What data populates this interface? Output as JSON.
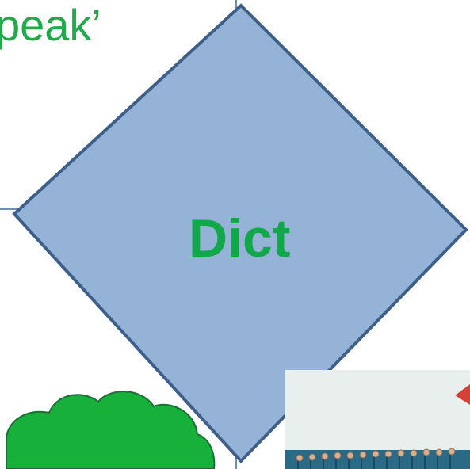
{
  "diagram": {
    "top_text": "peak’",
    "diamond_label": "Dict",
    "colors": {
      "diamond_fill": "#95b3d7",
      "diamond_stroke": "#3e5f8a",
      "text_green": "#1faa4b",
      "cloud_green": "#17b03b",
      "guide_blue": "#6f8fb6"
    },
    "icons": {
      "shape_main": "diamond-shape",
      "shape_bottom_left": "cloud-shape",
      "shape_bottom_right": "photo-thumbnail"
    }
  }
}
